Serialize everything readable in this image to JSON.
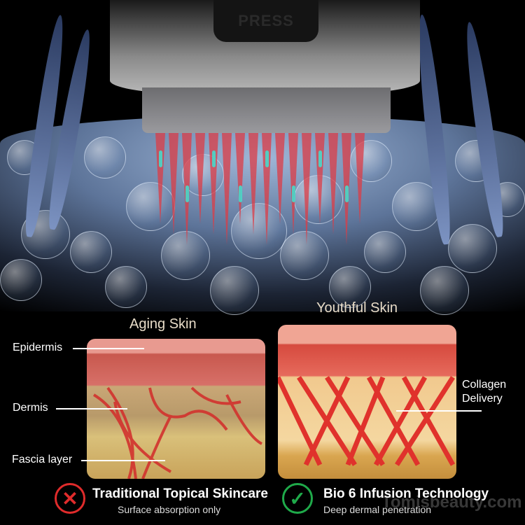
{
  "device": {
    "button_label": "PRESS"
  },
  "aging": {
    "title": "Aging Skin",
    "labels": {
      "epidermis": "Epidermis",
      "dermis": "Dermis",
      "fascia": "Fascia layer"
    }
  },
  "youthful": {
    "title": "Youthful Skin",
    "label": "Collagen Delivery"
  },
  "comparison": {
    "left": {
      "icon": "x-icon",
      "title": "Traditional Topical Skincare",
      "subtitle": "Surface absorption only",
      "color": "#e02b2b"
    },
    "right": {
      "icon": "check-icon",
      "title": "Bio 6 Infusion Technology",
      "subtitle": "Deep dermal penetration",
      "color": "#1faa4a"
    }
  },
  "watermark": "Tomisbeauty.com"
}
